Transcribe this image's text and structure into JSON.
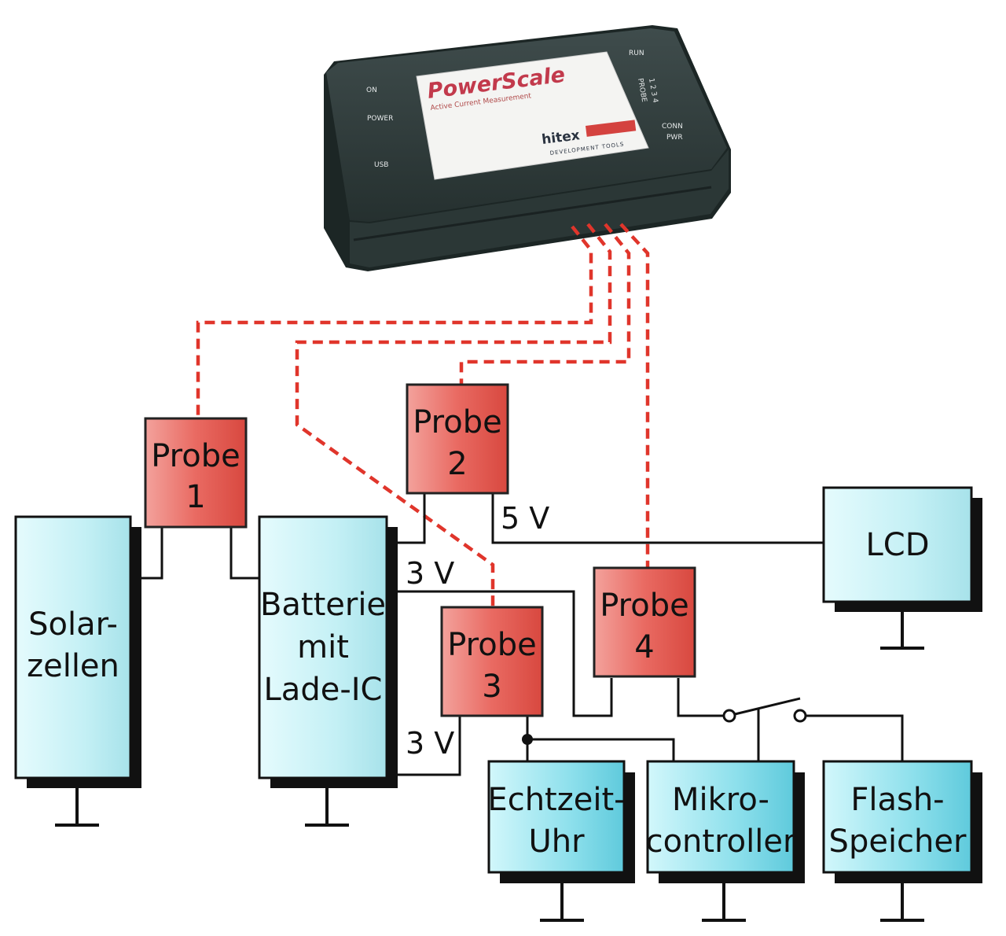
{
  "device": {
    "title": "PowerScale",
    "subtitle": "Active Current Measurement",
    "brand": "hitex",
    "brand_sub": "DEVELOPMENT TOOLS",
    "leds_left": [
      "ON",
      "POWER",
      "USB"
    ],
    "leds_right": [
      "RUN",
      "PROBE",
      "1 2 3 4",
      "CONN",
      "PWR"
    ]
  },
  "probes": [
    {
      "line1": "Probe",
      "line2": "1"
    },
    {
      "line1": "Probe",
      "line2": "2"
    },
    {
      "line1": "Probe",
      "line2": "3"
    },
    {
      "line1": "Probe",
      "line2": "4"
    }
  ],
  "blocks": {
    "solar": [
      "Solar-",
      "zellen"
    ],
    "battery": [
      "Batterie",
      "mit",
      "Lade-IC"
    ],
    "lcd": [
      "LCD"
    ],
    "rtc": [
      "Echtzeit-",
      "Uhr"
    ],
    "mcu": [
      "Mikro-",
      "controller"
    ],
    "flash": [
      "Flash-",
      "Speicher"
    ]
  },
  "voltages": {
    "v_lcd": "5 V",
    "v_upper": "3 V",
    "v_lower": "3 V"
  },
  "colors": {
    "probe_fill": "#ec7a73",
    "probe_stroke": "#222222",
    "block_fill": "#bfeef2",
    "block_fill_bright": "#9fe2ec",
    "shadow": "#111111",
    "probe_wire": "#e0352b",
    "device_body": "#2d3a3a"
  }
}
